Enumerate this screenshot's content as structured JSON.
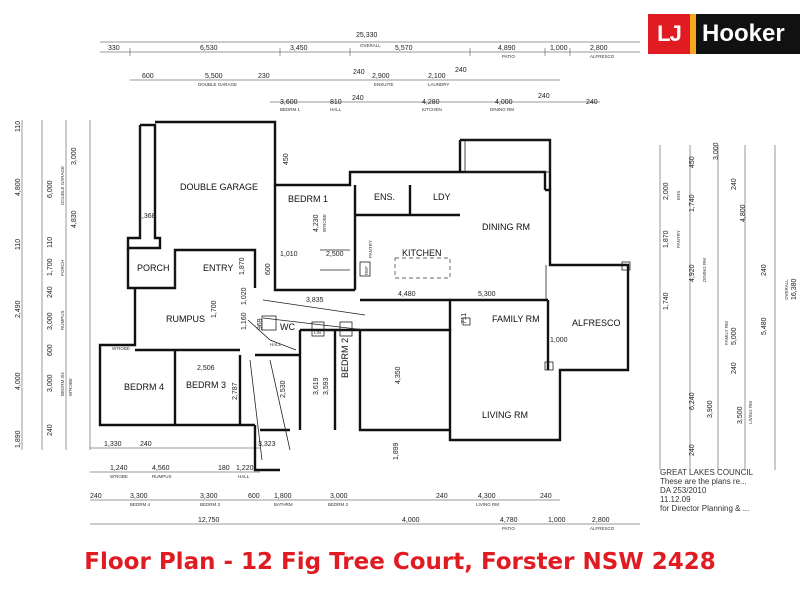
{
  "brand": {
    "logo_mark": "LJ",
    "logo_word": "Hooker"
  },
  "caption": "Floor Plan - 12 Fig Tree Court, Forster NSW 2428",
  "rooms": {
    "double_garage": "DOUBLE GARAGE",
    "bedrm1": "BEDRM 1",
    "ens": "ENS.",
    "ldy": "LDY",
    "dining": "DINING RM",
    "kitchen": "KITCHEN",
    "porch": "PORCH",
    "entry": "ENTRY",
    "rumpus": "RUMPUS",
    "wc": "WC",
    "family": "FAMILY RM",
    "alfresco": "ALFRESCO",
    "bedrm4": "BEDRM 4",
    "bedrm3": "BEDRM 3",
    "bedrm2": "BEDRM 2",
    "living": "LIVING RM",
    "wrobe1": "W'ROBE",
    "pantry": "PANTRY",
    "ref": "REF"
  },
  "dims_top": {
    "overall": "25,330",
    "overall_label": "OVERALL",
    "d1": "330",
    "d2": "6,530",
    "d3": "3,450",
    "d4": "5,570",
    "d5": "4,890",
    "d6": "1,000",
    "d7": "2,800",
    "patio_label": "PATIO",
    "alfresco_label": "ALFRESCO",
    "garage_w": "5,500",
    "garage_label": "DOUBLE GARAGE",
    "d_600": "600",
    "d_230": "230",
    "d_240a": "240",
    "ensuite_w": "2,900",
    "ensuite_label": "ENSUITE",
    "laundry_w": "2,100",
    "laundry_label": "LAUNDRY",
    "d_240b": "240",
    "bedrm1_w": "3,600",
    "bedrm1_label": "BEDRM 1",
    "d_810": "810",
    "hall_label": "HALL",
    "kitchen_w": "4,280",
    "kitchen_label": "KITCHEN",
    "dining_w": "4,000",
    "dining_label": "DINING RM",
    "d_240c": "240",
    "d_240d": "240"
  },
  "dims_bottom": {
    "b1": "1,330",
    "b2": "240",
    "b3": "1,240",
    "b4": "4,560",
    "b5": "180",
    "b6": "1,220",
    "wrobe_label": "W'ROBE",
    "rumpus_label": "RUMPUS",
    "hall_label": "HALL",
    "b7": "240",
    "b8": "3,300",
    "b9": "3,300",
    "b10": "600",
    "b11": "1,800",
    "b12": "3,000",
    "b13": "240",
    "b14": "4,300",
    "b15": "240",
    "bedrm4_label": "BEDRM 4",
    "bedrm3_label": "BEDRM 3",
    "bathrm_label": "BATHRM",
    "bedrm2_label": "BEDRM 2",
    "living_label": "LIVING RM",
    "b16": "12,750",
    "b17": "4,000",
    "b18": "4,780",
    "b19": "1,000",
    "b20": "2,800",
    "patio_label": "PATIO",
    "alfresco_label": "ALFRESCO"
  },
  "dims_left": {
    "l1": "110",
    "l2": "4,800",
    "l3": "6,000",
    "l4": "3,000",
    "l5": "4,830",
    "l6": "110",
    "l7": "1,700",
    "l8": "240",
    "l9": "2,490",
    "l10": "3,000",
    "l11": "600",
    "l12": "4,000",
    "l13": "3,000",
    "l14": "240",
    "l15": "1,890",
    "garage_label": "DOUBLE GARAGE",
    "porch_label": "PORCH",
    "rumpus_label": "RUMPUS",
    "wrobe_label": "W'ROBE",
    "bedrm_label": "BEDRM 3/4"
  },
  "dims_right": {
    "r1": "3,000",
    "r2": "450",
    "r3": "2,000",
    "r4": "240",
    "r5": "1,740",
    "r6": "4,800",
    "r7": "1,870",
    "r8": "4,920",
    "r9": "240",
    "r10": "1,740",
    "r11": "5,000",
    "r12": "5,480",
    "r13": "16,380",
    "r14": "6,240",
    "r15": "240",
    "r16": "3,900",
    "r17": "3,500",
    "r18": "240",
    "ens_label": "ENS",
    "dining_label": "DINING RM",
    "pantry_label": "PANTRY",
    "family_label": "FAMILY RM",
    "overall_label": "OVERALL",
    "living_label": "LIVING RM"
  },
  "dims_inner": {
    "i1": "1,368",
    "i2": "450",
    "i3": "4,230",
    "i4": "1,010",
    "i5": "2,500",
    "i6": "1,870",
    "i7": "600",
    "i8": "3,835",
    "i9": "4,480",
    "i10": "5,300",
    "i11": "1,700",
    "i12": "1,020",
    "i13": "1,160",
    "i14": "969",
    "i15": "2,506",
    "i16": "2,787",
    "i17": "2,530",
    "i18": "3,619",
    "i19": "3,593",
    "i20": "4,350",
    "i21": "1,899",
    "i22": "1,000",
    "i23": "3,323",
    "i24": "711",
    "wrobe_b4": "W'ROBE",
    "wrobe_b1": "W'ROBE",
    "hall": "HALL",
    "lin": "LIN"
  },
  "stamp": {
    "line1": "GREAT LAKES COUNCIL",
    "line2": "These are the plans re...",
    "line3": "DA 253/2010",
    "line4": "for Director Planning & ...",
    "date": "11.12.09"
  }
}
